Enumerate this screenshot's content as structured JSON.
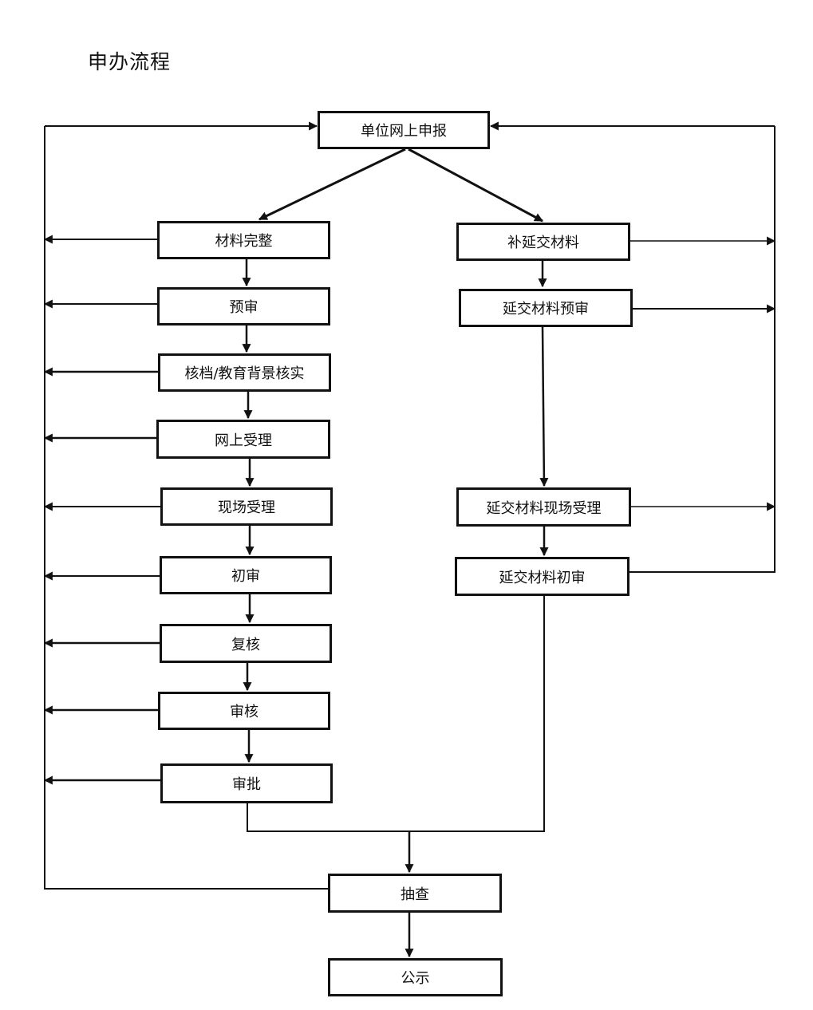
{
  "title": "申办流程",
  "nodes": {
    "submit": "单位网上申报",
    "materials_complete": "材料完整",
    "pre_review": "预审",
    "verify_background": "核档/教育背景核实",
    "online_acceptance": "网上受理",
    "onsite_acceptance": "现场受理",
    "first_review": "初审",
    "recheck": "复核",
    "audit": "审核",
    "approval": "审批",
    "supplement_materials": "补延交材料",
    "delayed_pre_review": "延交材料预审",
    "delayed_onsite_acceptance": "延交材料现场受理",
    "delayed_first_review": "延交材料初审",
    "spot_check": "抽查",
    "publicity": "公示"
  }
}
